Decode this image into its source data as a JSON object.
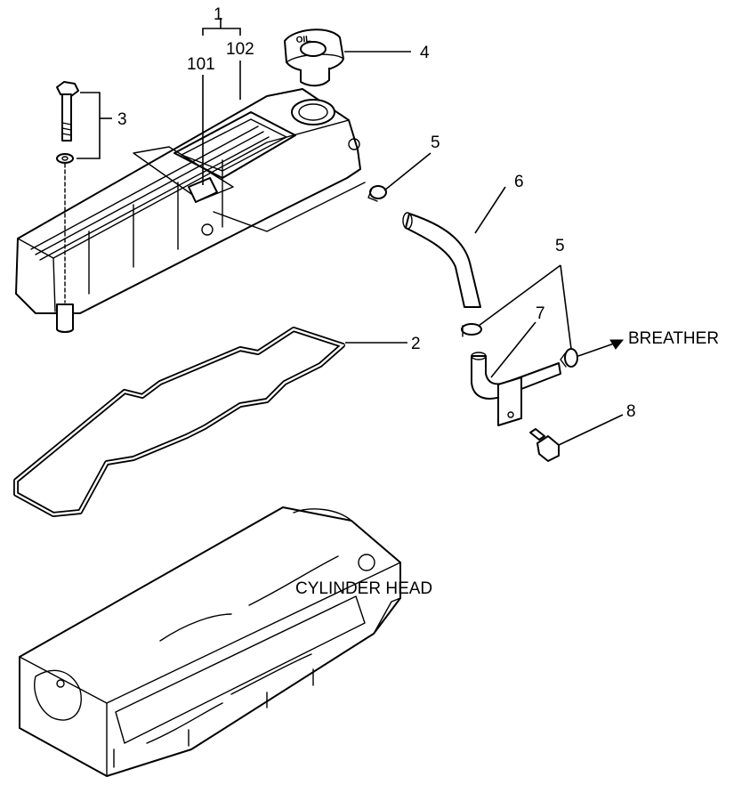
{
  "callouts": {
    "c1": "1",
    "c101": "101",
    "c102": "102",
    "c2": "2",
    "c3": "3",
    "c4": "4",
    "c5a": "5",
    "c5b": "5",
    "c6": "6",
    "c7": "7",
    "c8": "8"
  },
  "labels": {
    "breather": "BREATHER",
    "cylinder_head": "CYLINDER HEAD",
    "oil_cap_text": "OIL"
  },
  "colors": {
    "line": "#000000",
    "background": "#ffffff"
  }
}
